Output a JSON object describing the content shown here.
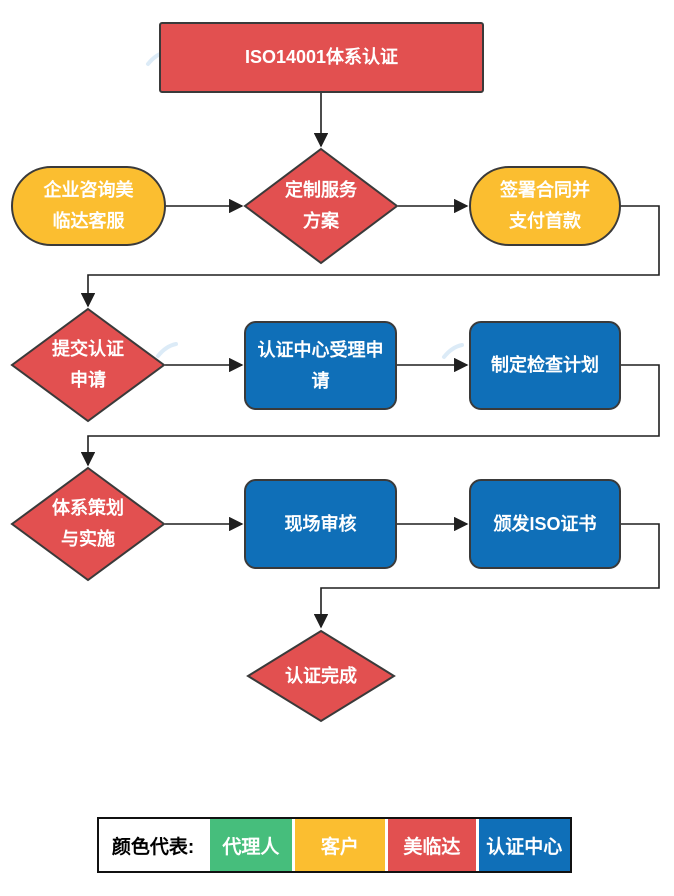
{
  "palette": {
    "red": "#E25050",
    "yellow": "#FBBE30",
    "blue": "#0F6FB8",
    "green": "#46BE7C",
    "shape_border": "#3A3A3A",
    "line": "#1F1F1F",
    "watermark": "#D8E9F6"
  },
  "flowchart": {
    "title": "ISO14001体系认证",
    "nodes": {
      "consult": "企业咨询美临达客服",
      "custom_plan": "定制服务方案",
      "sign_contract": "签署合同并支付首款",
      "submit_apply": "提交认证申请",
      "center_accept": "认证中心受理申请",
      "make_plan": "制定检查计划",
      "system_implement": "体系策划与实施",
      "onsite_audit": "现场审核",
      "issue_cert": "颁发ISO证书",
      "complete": "认证完成"
    }
  },
  "legend": {
    "label": "颜色代表:",
    "items": [
      {
        "label": "代理人",
        "color": "#46BE7C"
      },
      {
        "label": "客户",
        "color": "#FBBE30"
      },
      {
        "label": "美临达",
        "color": "#E25050"
      },
      {
        "label": "认证中心",
        "color": "#0F6FB8"
      }
    ]
  }
}
